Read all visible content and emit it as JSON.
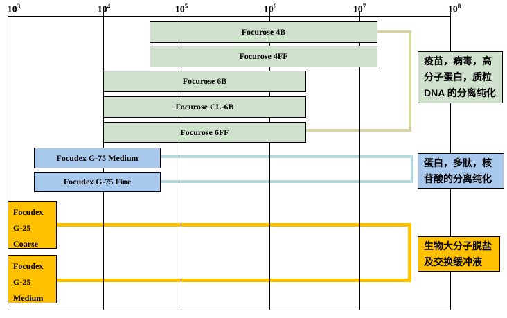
{
  "colors": {
    "agarose_green": "#cfe0cc",
    "dextran_blue": "#a9c9ec",
    "dextran_gold": "#ffc000",
    "bracket_tan": "#d8d4a6",
    "bracket_cyan": "#b4d7db",
    "bracket_gold": "#ffc000",
    "grid_black": "#000000"
  },
  "chart_data": {
    "type": "bar",
    "subtype": "horizontal-range-bars",
    "title": "",
    "x_axis": {
      "scale": "log10",
      "range": [
        1000,
        100000000
      ],
      "position": "top",
      "grid": true,
      "tick_labels": [
        "10^3",
        "10^4",
        "10^5",
        "10^6",
        "10^7",
        "10^8"
      ],
      "ticks": [
        {
          "base": "10",
          "exp": "3"
        },
        {
          "base": "10",
          "exp": "4"
        },
        {
          "base": "10",
          "exp": "5"
        },
        {
          "base": "10",
          "exp": "6"
        },
        {
          "base": "10",
          "exp": "7"
        },
        {
          "base": "10",
          "exp": "8"
        }
      ]
    },
    "series": [
      {
        "name": "Focurose 4B",
        "group": "focurose",
        "color": "#cfe0cc",
        "x_start_log10": 4.6,
        "x_end_log10": 7.2,
        "range_approx": [
          40000,
          16000000
        ]
      },
      {
        "name": "Focurose 4FF",
        "group": "focurose",
        "color": "#cfe0cc",
        "x_start_log10": 4.6,
        "x_end_log10": 7.2,
        "range_approx": [
          40000,
          16000000
        ]
      },
      {
        "name": "Focurose 6B",
        "group": "focurose",
        "color": "#cfe0cc",
        "x_start_log10": 4.0,
        "x_end_log10": 6.4,
        "range_approx": [
          10000,
          2500000
        ]
      },
      {
        "name": "Focurose CL-6B",
        "group": "focurose",
        "color": "#cfe0cc",
        "x_start_log10": 4.0,
        "x_end_log10": 6.4,
        "range_approx": [
          10000,
          2500000
        ]
      },
      {
        "name": "Focurose 6FF",
        "group": "focurose",
        "color": "#cfe0cc",
        "x_start_log10": 4.0,
        "x_end_log10": 6.4,
        "range_approx": [
          10000,
          2500000
        ]
      },
      {
        "name": "Focudex G-75 Medium",
        "group": "focudex-g75",
        "color": "#a9c9ec",
        "x_start_log10": 3.3,
        "x_end_log10": 4.7,
        "range_approx": [
          2000,
          55000
        ]
      },
      {
        "name": "Focudex G-75 Fine",
        "group": "focudex-g75",
        "color": "#a9c9ec",
        "x_start_log10": 3.3,
        "x_end_log10": 4.7,
        "range_approx": [
          2000,
          55000
        ]
      },
      {
        "name": "Focudex G-25 Coarse",
        "group": "focudex-g25",
        "color": "#ffc000",
        "x_start_log10": 3.0,
        "x_end_log10": 3.5,
        "range_approx": [
          1000,
          3200
        ],
        "lines": [
          "Focudex",
          "G-25",
          "Coarse"
        ]
      },
      {
        "name": "Focudex G-25 Medium",
        "group": "focudex-g25",
        "color": "#ffc000",
        "x_start_log10": 3.0,
        "x_end_log10": 3.5,
        "range_approx": [
          1000,
          3200
        ],
        "lines": [
          "Focudex",
          "G-25",
          "Medium"
        ]
      }
    ],
    "annotations": [
      {
        "id": "focurose-callout",
        "bg": "#cfe0cc",
        "text": "疫苗，病毒，高分子蛋白，质粒DNA的分离纯化",
        "lines": [
          "疫苗，病毒，高",
          "分子蛋白，质粒",
          "DNA 的分离纯化"
        ]
      },
      {
        "id": "g75-callout",
        "bg": "#a9c9ec",
        "text": "蛋白，多肽，核苷酸的分离纯化",
        "lines": [
          "蛋白，多肽，核",
          "苷酸的分离纯化"
        ]
      },
      {
        "id": "g25-callout",
        "bg": "#ffc000",
        "text": "生物大分子脱盐及交换缓冲液",
        "lines": [
          "生物大分子脱盐",
          "及交换缓冲液"
        ]
      }
    ],
    "legend": {
      "visible": false
    }
  }
}
